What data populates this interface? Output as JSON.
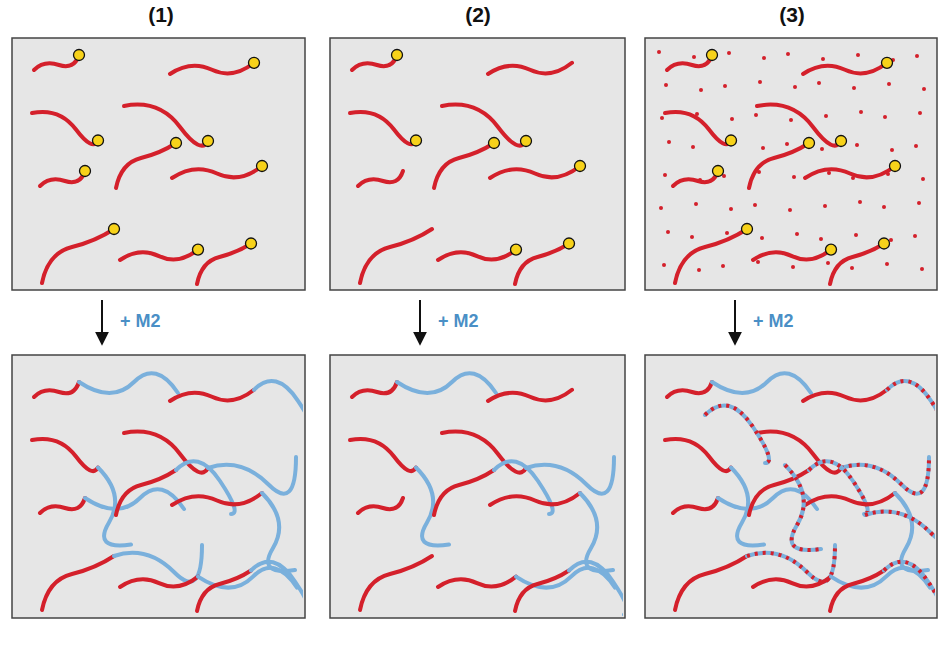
{
  "diagram": {
    "labels": [
      "(1)",
      "(2)",
      "(3)",
      "+ M2",
      "+ M2",
      "+ M2"
    ]
  }
}
